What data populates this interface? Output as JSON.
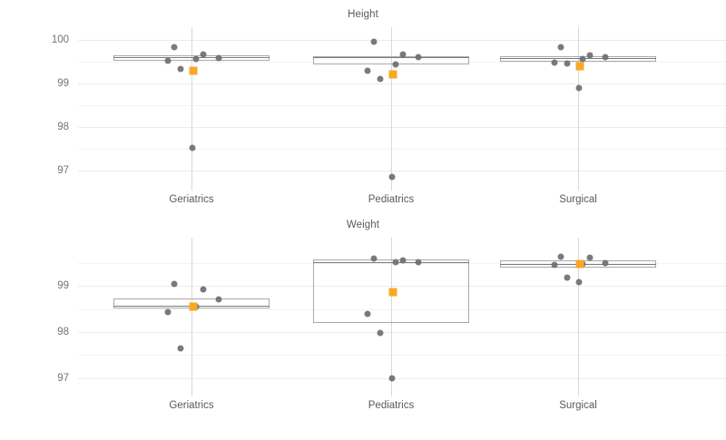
{
  "chart_data": {
    "type": "box",
    "title": "",
    "panels": [
      {
        "title": "Height",
        "ylabel": "",
        "xlabel": "",
        "ylim": [
          96.55,
          100.3
        ],
        "yticks": [
          100,
          99,
          98,
          97
        ],
        "ytick_labels": [
          "100",
          "99",
          "98",
          "97"
        ],
        "minor_gridlines": [
          99.5,
          98.5,
          97.5
        ],
        "grid": true,
        "categories": [
          "Geriatrics",
          "Pediatrics",
          "Surgical"
        ],
        "groups": [
          {
            "name": "Geriatrics",
            "q1": 99.52,
            "median": 99.62,
            "q3": 99.65,
            "whisker_low": 99.52,
            "whisker_high": 99.88,
            "mean": 99.31,
            "points": [
              99.85,
              99.67,
              99.6,
              99.58,
              99.52,
              99.34,
              97.53
            ]
          },
          {
            "name": "Pediatrics",
            "q1": 99.45,
            "median": 99.62,
            "q3": 99.64,
            "whisker_low": 99.45,
            "whisker_high": 99.72,
            "mean": 99.21,
            "points": [
              99.96,
              99.68,
              99.62,
              99.44,
              99.3,
              99.12,
              96.86
            ]
          },
          {
            "name": "Surgical",
            "q1": 99.5,
            "median": 99.6,
            "q3": 99.63,
            "whisker_low": 99.5,
            "whisker_high": 99.66,
            "mean": 99.4,
            "points": [
              99.85,
              99.65,
              99.62,
              99.58,
              99.48,
              99.46,
              98.9
            ]
          }
        ]
      },
      {
        "title": "Weight",
        "ylabel": "",
        "xlabel": "",
        "ylim": [
          96.6,
          100.05
        ],
        "yticks": [
          99,
          98,
          97
        ],
        "ytick_labels": [
          "99",
          "98",
          "97"
        ],
        "minor_gridlines": [
          99.5,
          98.5,
          97.5
        ],
        "grid": true,
        "categories": [
          "Geriatrics",
          "Pediatrics",
          "Surgical"
        ],
        "groups": [
          {
            "name": "Geriatrics",
            "q1": 98.52,
            "median": 98.57,
            "q3": 98.73,
            "whisker_low": 98.52,
            "whisker_high": 98.73,
            "mean": 98.55,
            "points": [
              99.05,
              98.93,
              98.7,
              98.56,
              98.44,
              97.64
            ]
          },
          {
            "name": "Pediatrics",
            "q1": 98.19,
            "median": 99.52,
            "q3": 99.58,
            "whisker_low": 98.19,
            "whisker_high": 99.58,
            "mean": 98.86,
            "points": [
              99.6,
              99.55,
              99.52,
              99.52,
              98.4,
              97.98,
              97.0
            ]
          },
          {
            "name": "Surgical",
            "q1": 99.4,
            "median": 99.47,
            "q3": 99.56,
            "whisker_low": 99.4,
            "whisker_high": 99.56,
            "mean": 99.47,
            "points": [
              99.63,
              99.62,
              99.5,
              99.47,
              99.45,
              99.18,
              99.08
            ]
          }
        ]
      }
    ],
    "legend": [],
    "marker_colors": {
      "points": "#6f6f72",
      "mean": "#f9a825",
      "box_edge": "#a9a9ac",
      "median": "#7c7c80",
      "gridline": "#ececed"
    }
  }
}
